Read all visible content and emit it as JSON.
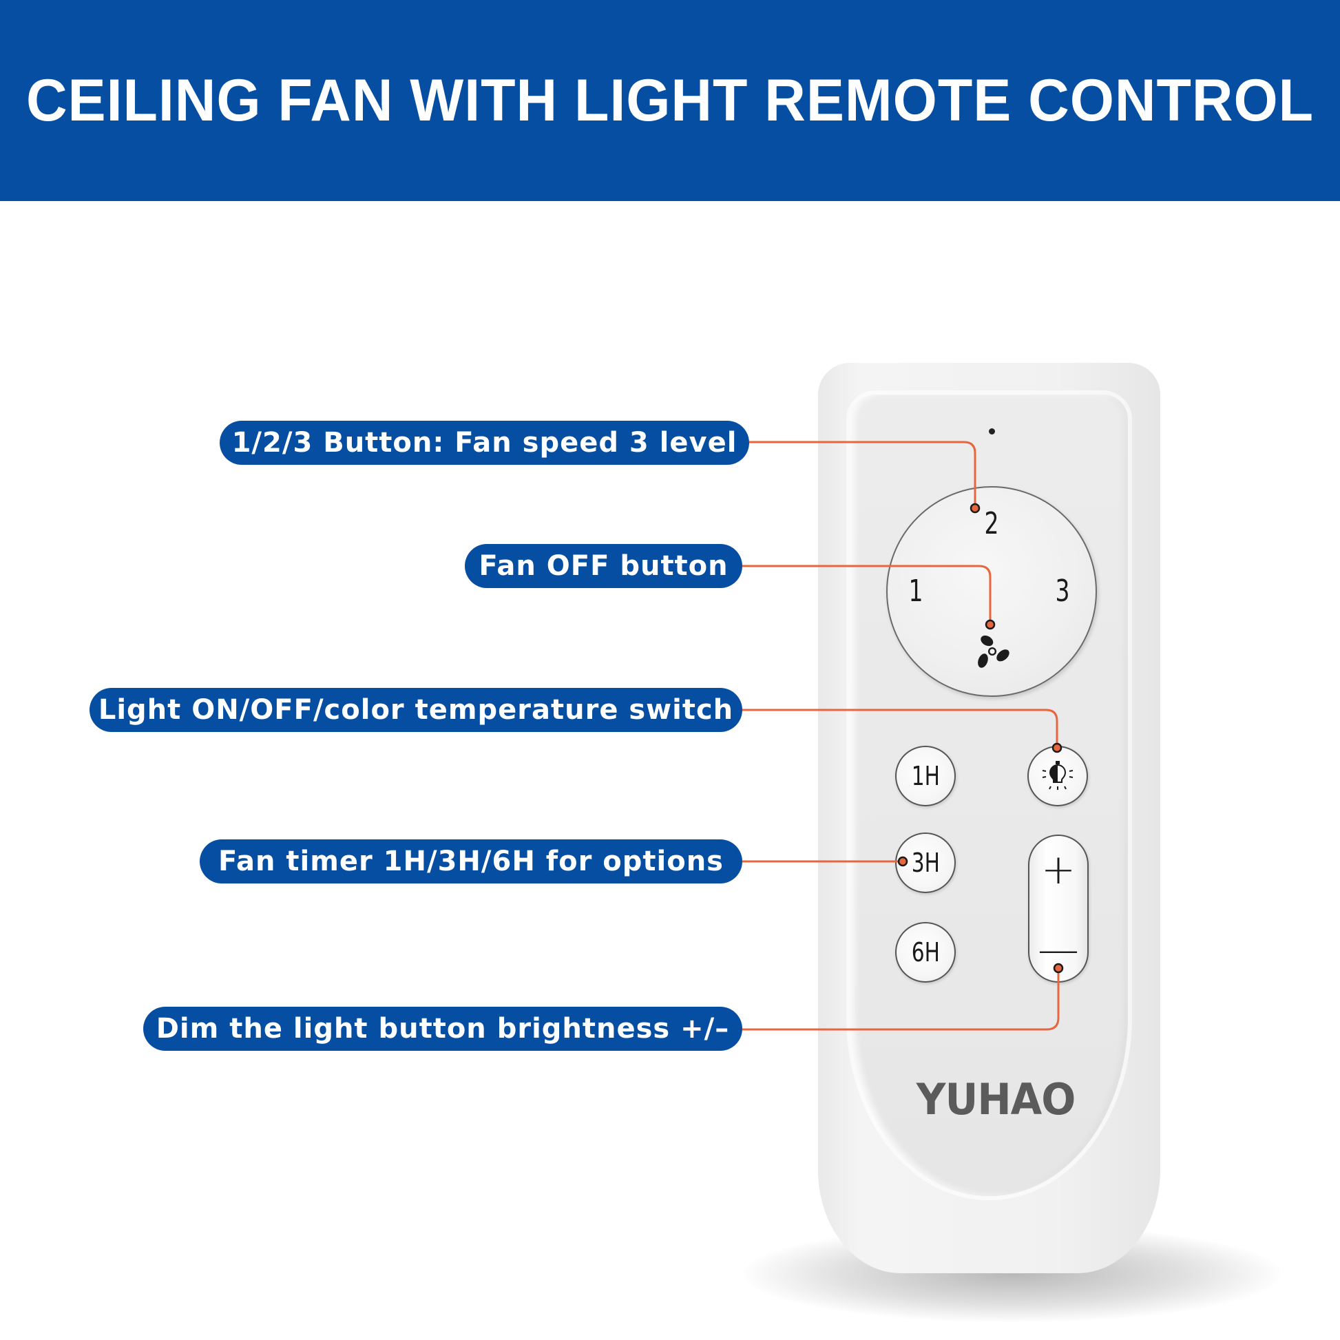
{
  "header": {
    "title": "CEILING FAN WITH LIGHT REMOTE CONTROL",
    "background": "#054ea1"
  },
  "callouts": [
    {
      "id": "fan-speed",
      "label": "1/2/3 Button: Fan speed 3 level"
    },
    {
      "id": "fan-off",
      "label": "Fan OFF button"
    },
    {
      "id": "light-switch",
      "label": "Light ON/OFF/color temperature switch"
    },
    {
      "id": "fan-timer",
      "label": "Fan timer 1H/3H/6H for options"
    },
    {
      "id": "dimmer",
      "label": "Dim the light button brightness +/–"
    }
  ],
  "colors": {
    "callout_bg": "#054ea1",
    "leader_line": "#e8663d",
    "remote_body": "#f1f1f1"
  },
  "remote": {
    "dial": {
      "speed_1": "1",
      "speed_2": "2",
      "speed_3": "3",
      "off_icon": "fan-icon"
    },
    "timer_buttons": [
      "1H",
      "3H",
      "6H"
    ],
    "light_button_icon": "lightbulb-icon",
    "dimmer": {
      "plus": "+",
      "minus": "—"
    },
    "brand": "YUHAO"
  }
}
